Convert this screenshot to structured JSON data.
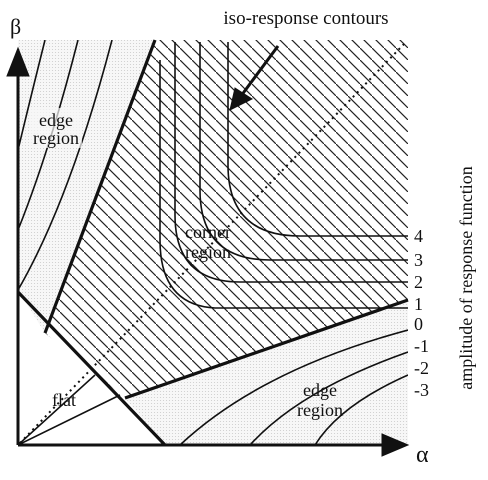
{
  "axes": {
    "x_symbol": "α",
    "y_symbol": "β"
  },
  "callout": "iso-response contours",
  "regions": {
    "edge_top": [
      "edge",
      "region"
    ],
    "corner": [
      "corner",
      "region"
    ],
    "flat": "flat",
    "edge_bottom": [
      "edge",
      "region"
    ]
  },
  "side_label": "amplitude of response function",
  "contour_levels": [
    "4",
    "3",
    "2",
    "1",
    "0",
    "-1",
    "-2",
    "-3"
  ]
}
